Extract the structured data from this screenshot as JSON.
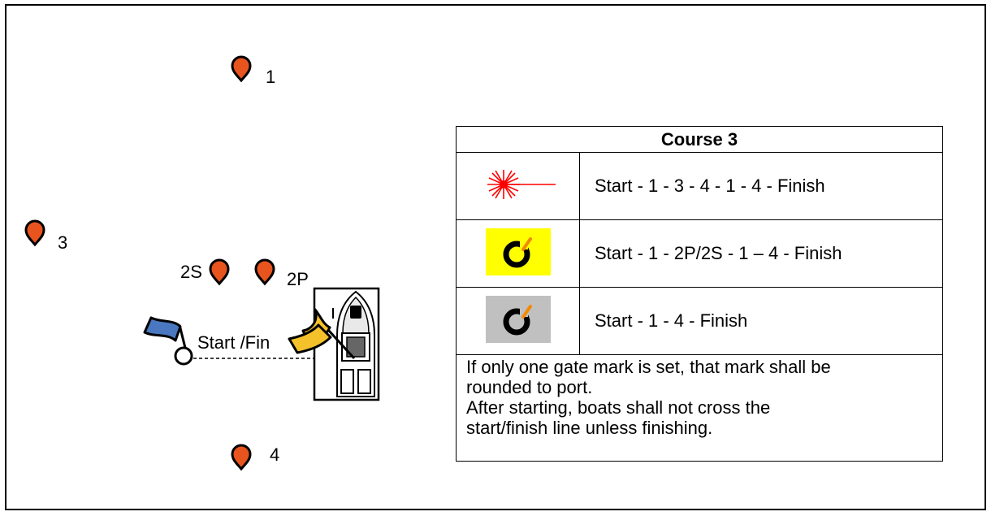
{
  "marks": [
    {
      "id": "1",
      "label": "1"
    },
    {
      "id": "3",
      "label": "3"
    },
    {
      "id": "2S",
      "label": "2S"
    },
    {
      "id": "2P",
      "label": "2P"
    },
    {
      "id": "4",
      "label": "4"
    }
  ],
  "start_line_label": "Start /Fin",
  "colors": {
    "mark": "#e8541e",
    "pin_flag": "#4a78c0",
    "boat_flag": "#f4c12a",
    "laser_icon": "#ff0000",
    "yellow_icon_bg": "#ffff00",
    "grey_icon_bg": "#c0c0c0"
  },
  "table": {
    "title": "Course 3",
    "rows": [
      {
        "icon": "laser-burst-icon",
        "route": "Start - 1 - 3 - 4 - 1 - 4 - Finish"
      },
      {
        "icon": "yellow-o-logo-icon",
        "route": "Start - 1 - 2P/2S - 1 – 4 - Finish"
      },
      {
        "icon": "grey-o-logo-icon",
        "route": "Start - 1 - 4 - Finish"
      }
    ],
    "notes": [
      "If only one gate mark is set, that mark shall be",
      "rounded to port.",
      "After starting, boats shall not cross the",
      "start/finish line unless finishing."
    ]
  }
}
